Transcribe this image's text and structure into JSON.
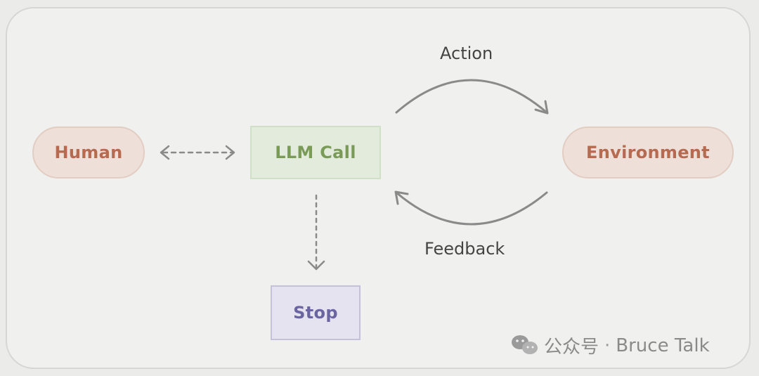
{
  "diagram": {
    "nodes": {
      "human": "Human",
      "llm_call": "LLM Call",
      "environment": "Environment",
      "stop": "Stop"
    },
    "edges": {
      "action": "Action",
      "feedback": "Feedback"
    }
  },
  "watermark": {
    "account_type": "公众号",
    "separator": "·",
    "name": "Bruce Talk",
    "icon": "wechat-icon"
  },
  "colors": {
    "human_environment_text": "#b66a50",
    "llm_text": "#7a9a57",
    "stop_text": "#6a64a0",
    "arrow": "#8a8a8a"
  }
}
